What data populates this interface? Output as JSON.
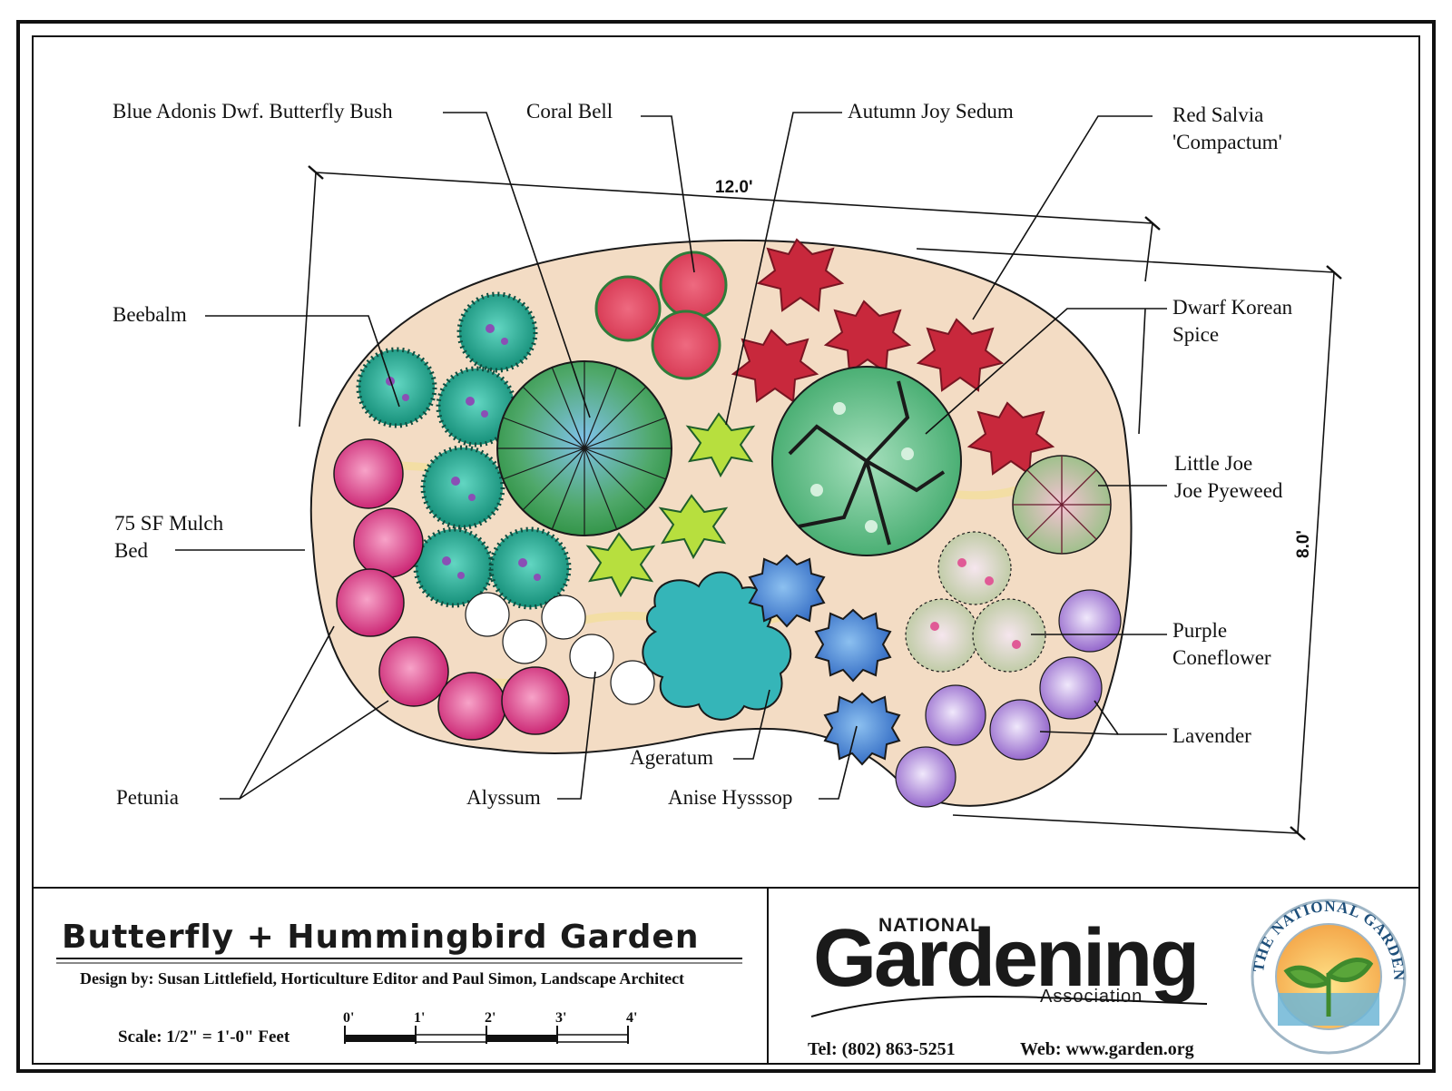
{
  "labels": {
    "butterfly_bush": "Blue Adonis Dwf. Butterfly Bush",
    "coral_bell": "Coral Bell",
    "autumn_joy": "Autumn Joy Sedum",
    "red_salvia_1": "Red Salvia",
    "red_salvia_2": "'Compactum'",
    "beebalm": "Beebalm",
    "dwarf_korean_1": "Dwarf Korean",
    "dwarf_korean_2": "Spice",
    "little_joe_1": "Little Joe",
    "little_joe_2": "Joe Pyeweed",
    "mulch_1": "75 SF Mulch",
    "mulch_2": "Bed",
    "purple_cone_1": "Purple",
    "purple_cone_2": "Coneflower",
    "lavender": "Lavender",
    "petunia": "Petunia",
    "alyssum": "Alyssum",
    "ageratum": "Ageratum",
    "anise": "Anise Hysssop"
  },
  "dimensions": {
    "width": "12.0'",
    "height": "8.0'"
  },
  "title_block": {
    "title": "Butterfly + Hummingbird Garden",
    "credit": "Design by:  Susan Littlefield, Horticulture Editor and Paul Simon, Landscape Architect",
    "scale_label": "Scale:  1/2\" = 1'-0\" Feet",
    "scale_ticks": [
      "0'",
      "1'",
      "2'",
      "3'",
      "4'"
    ]
  },
  "logo": {
    "national": "NATIONAL",
    "gardening": "Gardening",
    "association": "Association",
    "tel": "Tel:  (802)  863-5251",
    "web": "Web:  www.garden.org"
  },
  "seal": {
    "text": "THE NATIONAL GARDENING ASSOCIATION"
  },
  "colors": {
    "mulch": "#f3dcc4",
    "coral_bell": "#e8506a",
    "beebalm": "#2fb39a",
    "butterfly_bush": "#4e9fd6",
    "sedum": "#c8283c",
    "korean_spice": "#5fbf86",
    "petunia": "#dc3c86",
    "ageratum": "#35b5b8",
    "hyssop": "#3f7fd2",
    "lavender": "#9b6ad0",
    "coneflower": "#e9a6c4"
  }
}
